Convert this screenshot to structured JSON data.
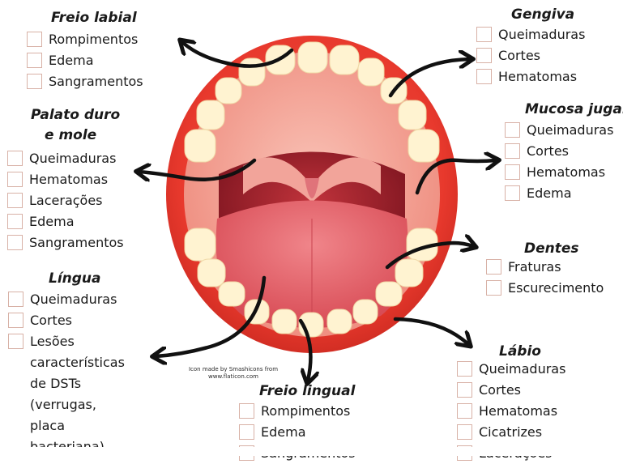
{
  "sections": {
    "freio_labial": {
      "title": "Freio labial",
      "items": [
        "Rompimentos",
        "Edema",
        "Sangramentos"
      ]
    },
    "gengiva": {
      "title": "Gengiva",
      "items": [
        "Queimaduras",
        "Cortes",
        "Hematomas"
      ]
    },
    "palato": {
      "title_line1": "Palato duro",
      "title_line2": "e mole",
      "items": [
        "Queimaduras",
        "Hematomas",
        "Lacerações",
        "Edema",
        "Sangramentos"
      ]
    },
    "mucosa_jugal": {
      "title": "Mucosa jugal",
      "items": [
        "Queimaduras",
        "Cortes",
        "Hematomas",
        "Edema"
      ]
    },
    "dentes": {
      "title": "Dentes",
      "items": [
        "Fraturas",
        "Escurecimento"
      ]
    },
    "lingua": {
      "title": "Língua",
      "items": [
        "Queimaduras",
        "Cortes",
        "Lesões",
        "características",
        "de DSTs",
        "(verrugas,",
        "placa",
        "bacteriana)"
      ]
    },
    "labio": {
      "title": "Lábio",
      "items": [
        "Queimaduras",
        "Cortes",
        "Hematomas",
        "Cicatrizes",
        "Lacerações"
      ]
    },
    "freio_lingual": {
      "title": "Freio lingual",
      "items": [
        "Rompimentos",
        "Edema",
        "Sangramentos"
      ]
    }
  },
  "credit": {
    "line1": "Icon made by Smashicons from",
    "line2": "www.flaticon.com"
  },
  "colors": {
    "lip": "#e83a2e",
    "mouth": "#f5a89a",
    "throat": "#9a1f2a",
    "tongue": "#e8666a",
    "tooth": "#fff3d1",
    "checkbox_border": "#d8b1a6"
  }
}
